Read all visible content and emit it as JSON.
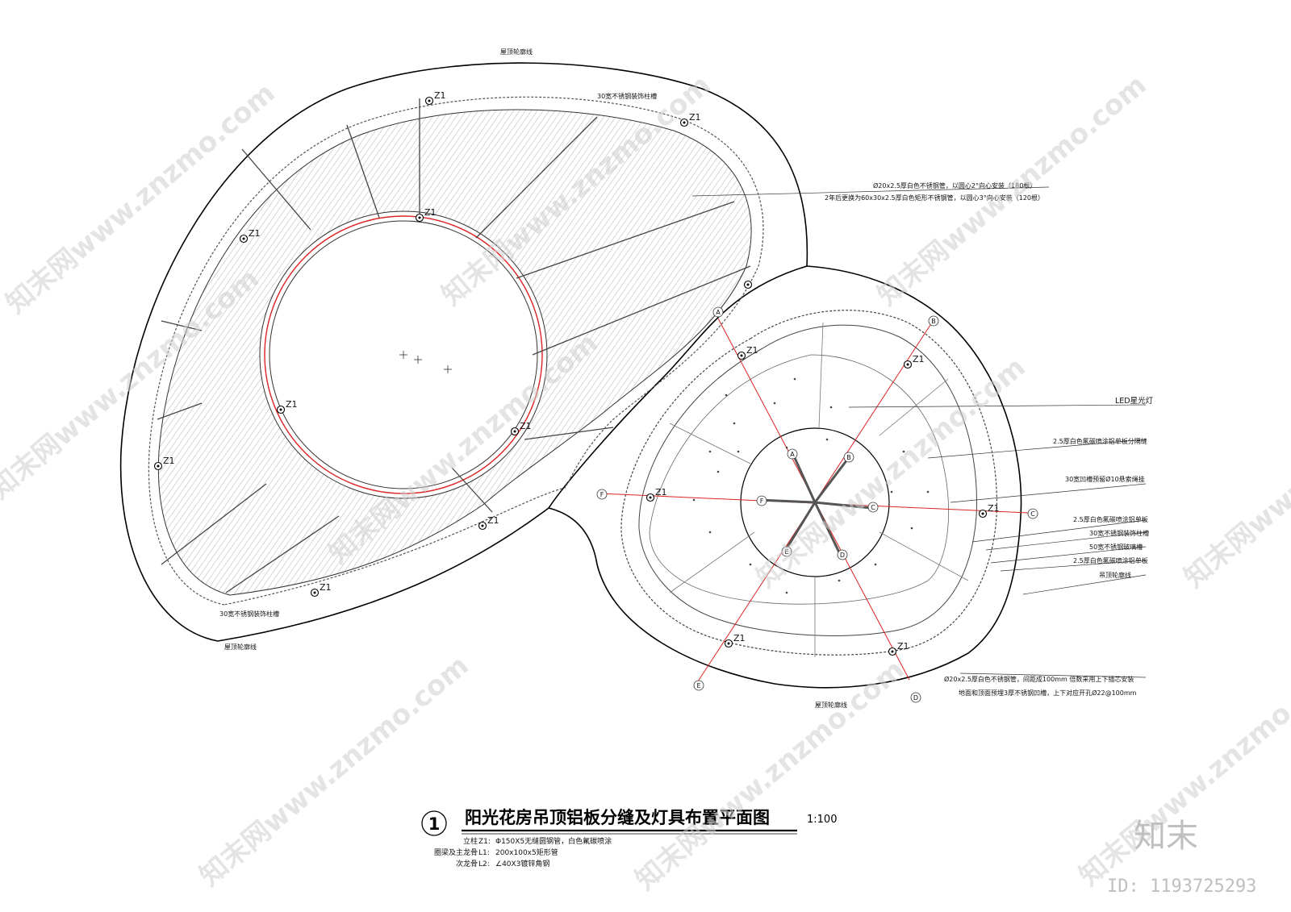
{
  "drawing": {
    "title": "阳光花房吊顶铝板分缝及灯具布置平面图",
    "number": "1",
    "scale": "1:100",
    "notes": [
      {
        "prefix": "立柱 ",
        "code": "Z1:",
        "text": "Φ150X5无缝圆钢管，白色氟碳喷涂"
      },
      {
        "prefix": "圈梁及主龙骨 ",
        "code": "L1:",
        "text": "200x100x5矩形管"
      },
      {
        "prefix": "次龙骨 ",
        "code": "L2:",
        "text": "∠40X3镀锌角钢"
      }
    ]
  },
  "labels": {
    "roof_outline_top": "屋顶轮廓线",
    "roof_outline_left": "屋顶轮廓线",
    "roof_outline_right": "屋顶轮廓线",
    "steel_groove_top": "30宽不锈钢装饰柱槽",
    "steel_groove_bottom": "30宽不锈钢装饰柱槽",
    "pipe_note_1": "Ø20x2.5厚白色不锈钢管，以圆心2°向心安装（180根）",
    "pipe_note_2": "2年后更换为60x30x2.5厚白色矩形不锈钢管，以圆心3°向心安装（120根）",
    "led": "LED星光灯",
    "panel_joint": "2.5厚白色氟碳喷涂铝单板分隔缝",
    "groove_hang": "30宽凹槽预留Ø10悬索绳挂",
    "panel_1": "2.5厚白色氟碳喷涂铝单板",
    "groove_2": "30宽不锈钢装饰柱槽",
    "glass_groove": "50宽不锈钢玻璃槽",
    "panel_2": "2.5厚白色氟碳喷涂铝单板",
    "ceiling_outline": "吊顶轮廓线",
    "bottom_note_1": "Ø20x2.5厚白色不锈钢管，间距成100mm 倍数采用上下插芯安装",
    "bottom_note_2": "地面和顶面预埋3厚不锈钢凹槽，上下对应开孔Ø22@100mm"
  },
  "columns": [
    "Z1",
    "Z1",
    "Z1",
    "Z1",
    "Z1",
    "Z1",
    "Z1",
    "Z1",
    "Z1",
    "Z1",
    "Z1",
    "Z1",
    "Z1",
    "Z1"
  ],
  "grid": [
    "A",
    "B",
    "C",
    "D",
    "E",
    "F"
  ],
  "watermark": {
    "text": "知末网www.znzmo.com",
    "logo": "知末",
    "id": "ID: 1193725293"
  }
}
